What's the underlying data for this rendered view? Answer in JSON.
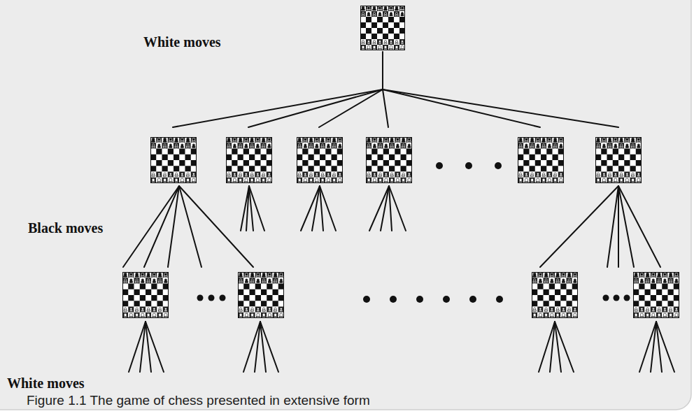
{
  "diagram": {
    "caption": "Figure 1.1 The game of chess presented in extensive form",
    "labels": [
      "White moves",
      "Black moves",
      "White moves"
    ]
  }
}
